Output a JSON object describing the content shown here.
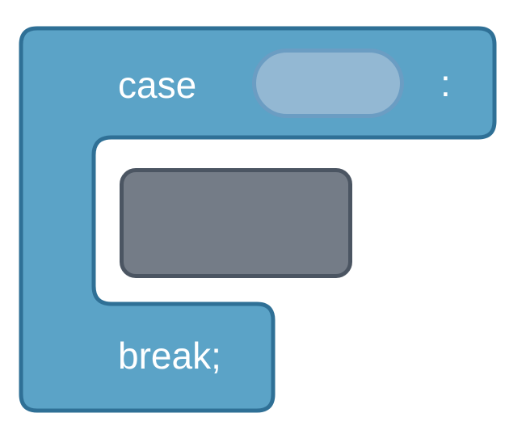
{
  "block": {
    "type": "switch-case",
    "keyword_case": "case",
    "separator": ":",
    "keyword_break": "break;",
    "value_input": "",
    "statement_input": ""
  },
  "colors": {
    "block_fill": "#5ba3c7",
    "block_stroke": "#2f7096",
    "value_slot_fill": "#93b8d3",
    "value_slot_stroke": "#6b9dc3",
    "statement_slot_fill": "#747c87",
    "statement_slot_stroke": "#4b5562",
    "text": "#ffffff"
  }
}
